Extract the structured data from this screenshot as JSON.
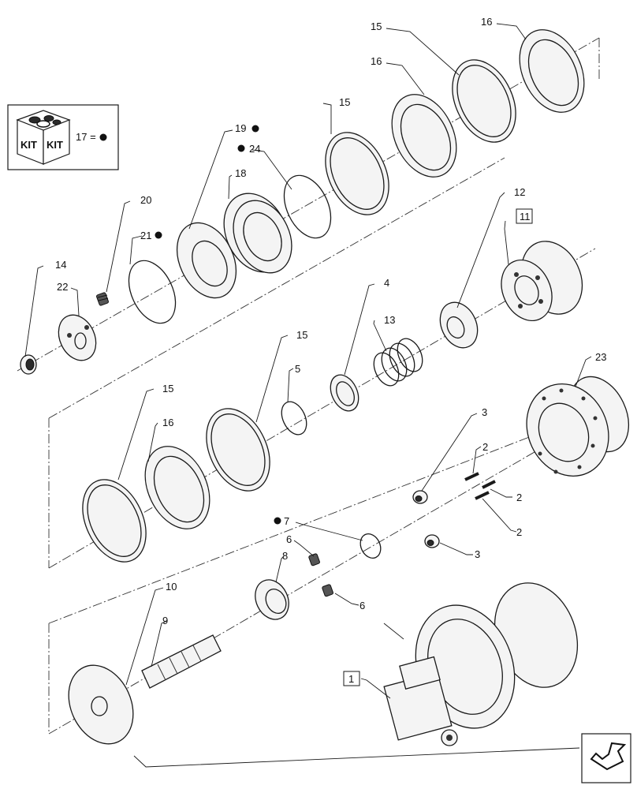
{
  "kit": {
    "badge_text_left": "KIT",
    "badge_text_right": "KIT",
    "legend_text": "17 ="
  },
  "callouts": [
    {
      "id": "c16a",
      "text": "16"
    },
    {
      "id": "c15a",
      "text": "15"
    },
    {
      "id": "c16b",
      "text": "16"
    },
    {
      "id": "c15b",
      "text": "15"
    },
    {
      "id": "c19",
      "text": "19"
    },
    {
      "id": "c24",
      "text": "24"
    },
    {
      "id": "c18",
      "text": "18"
    },
    {
      "id": "c20",
      "text": "20"
    },
    {
      "id": "c21",
      "text": "21"
    },
    {
      "id": "c14",
      "text": "14"
    },
    {
      "id": "c22",
      "text": "22"
    },
    {
      "id": "c12",
      "text": "12"
    },
    {
      "id": "c11",
      "text": "11"
    },
    {
      "id": "c4",
      "text": "4"
    },
    {
      "id": "c13",
      "text": "13"
    },
    {
      "id": "c15c",
      "text": "15"
    },
    {
      "id": "c5",
      "text": "5"
    },
    {
      "id": "c15d",
      "text": "15"
    },
    {
      "id": "c16c",
      "text": "16"
    },
    {
      "id": "c23",
      "text": "23"
    },
    {
      "id": "c3a",
      "text": "3"
    },
    {
      "id": "c2a",
      "text": "2"
    },
    {
      "id": "c2b",
      "text": "2"
    },
    {
      "id": "c2c",
      "text": "2"
    },
    {
      "id": "c3b",
      "text": "3"
    },
    {
      "id": "c7",
      "text": "7"
    },
    {
      "id": "c6a",
      "text": "6"
    },
    {
      "id": "c8",
      "text": "8"
    },
    {
      "id": "c6b",
      "text": "6"
    },
    {
      "id": "c10",
      "text": "10"
    },
    {
      "id": "c9",
      "text": "9"
    },
    {
      "id": "c1",
      "text": "1"
    }
  ]
}
